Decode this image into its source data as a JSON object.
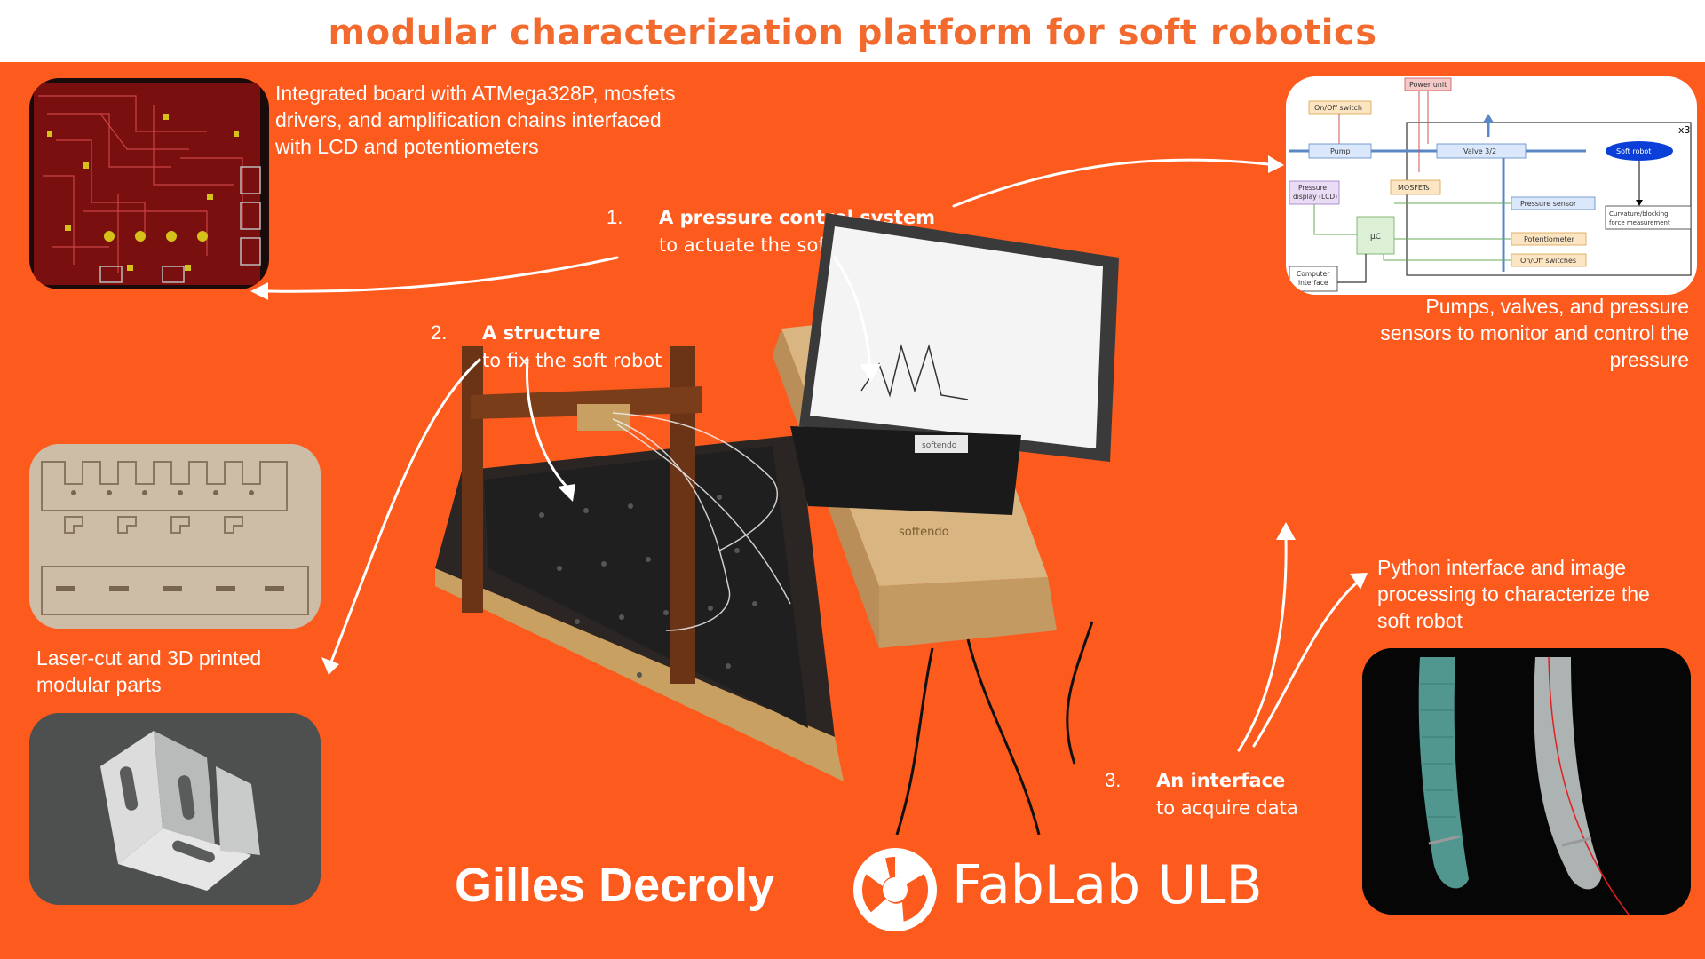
{
  "title": "modular characterization platform for soft robotics",
  "captions": {
    "board": "Integrated board with ATMega328P, mosfets drivers, and amplification chains interfaced with LCD and potentiometers",
    "pumps": "Pumps, valves, and pressure sensors to monitor and control the pressure",
    "laser": "Laser-cut and 3D printed modular parts",
    "python": "Python interface and image processing to characterize the soft robot"
  },
  "steps": [
    {
      "num": "1.",
      "title": "A pressure control system",
      "desc": "to actuate the soft robot"
    },
    {
      "num": "2.",
      "title": "A structure",
      "desc": "to fix the soft robot"
    },
    {
      "num": "3.",
      "title": "An interface",
      "desc": "to acquire data"
    }
  ],
  "diagram": {
    "power_unit": "Power unit",
    "onoff_switch": "On/Off switch",
    "pump": "Pump",
    "valve": "Valve 3/2",
    "x3": "x3",
    "soft_robot": "Soft robot",
    "pressure_display": "Pressure display (LCD)",
    "mosfets": "MOSFETs",
    "pressure_sensor": "Pressure sensor",
    "curvature": "Curvature/blocking force measurement",
    "uc": "µC",
    "potentiometer": "Potentiometer",
    "onoff_switches": "On/Off switches",
    "computer_interface": "Computer interface"
  },
  "device_labels": {
    "box_brand": "softendo",
    "pc_brand": "softendo"
  },
  "author": "Gilles Decroly",
  "logo_text": "FabLab ULB",
  "colors": {
    "background": "#fd5a1e",
    "title": "#f26a2e",
    "text": "#ffffff"
  }
}
